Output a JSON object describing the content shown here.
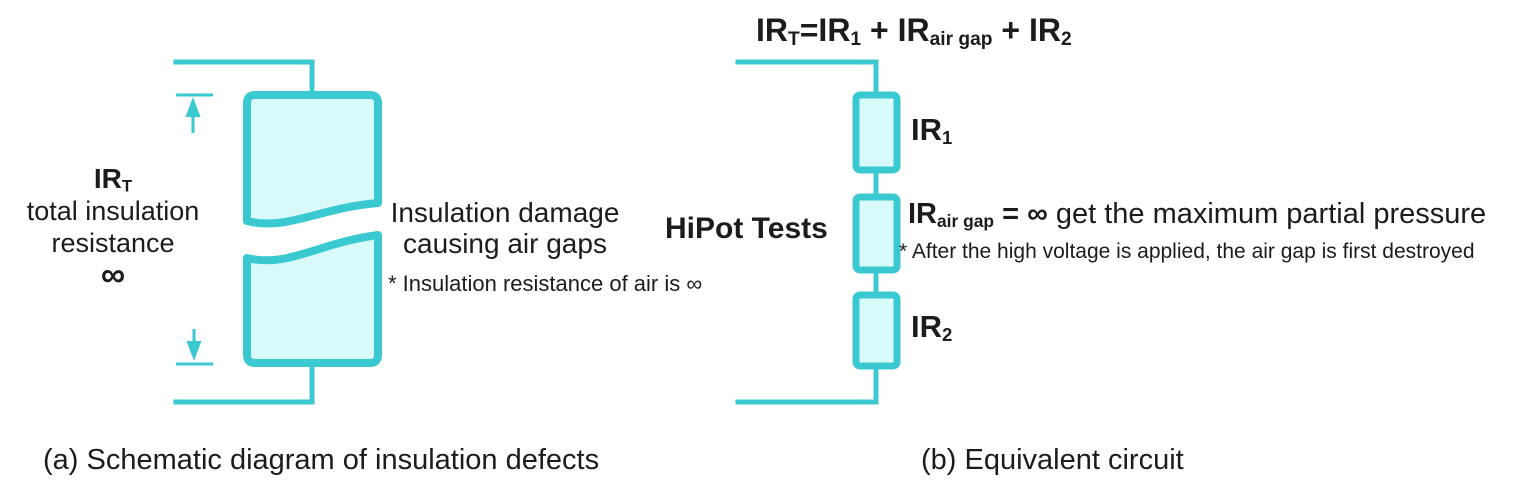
{
  "colors": {
    "accent": "#3bc9d1",
    "block_fill": "#d9fafa",
    "ink": "#1c1c1c"
  },
  "left_panel": {
    "resistance_label": {
      "base": "IR",
      "sub": "T",
      "line2": "total insulation",
      "line3": "resistance",
      "infinity": "∞"
    },
    "damage_label": {
      "line1": "Insulation damage",
      "line2": "causing air gaps"
    },
    "footnote": "* Insulation resistance of air is ∞",
    "caption": "(a) Schematic diagram of insulation defects"
  },
  "right_panel": {
    "formula": {
      "b1": "IR",
      "s1": "T",
      "b2": "=IR",
      "s2": "1",
      "b3": " + IR",
      "s3": "air gap",
      "b4": " + IR",
      "s4": "2"
    },
    "test_label": "HiPot Tests",
    "r1_label": {
      "base": "IR",
      "sub": "1"
    },
    "r2_label": {
      "base": "IR",
      "sub": "air gap",
      "eq": " = ∞",
      "rest": " get the maximum partial pressure"
    },
    "r2_footnote": "* After the high voltage is applied, the air gap is first destroyed",
    "r3_label": {
      "base": "IR",
      "sub": "2"
    },
    "caption": "(b) Equivalent circuit"
  }
}
